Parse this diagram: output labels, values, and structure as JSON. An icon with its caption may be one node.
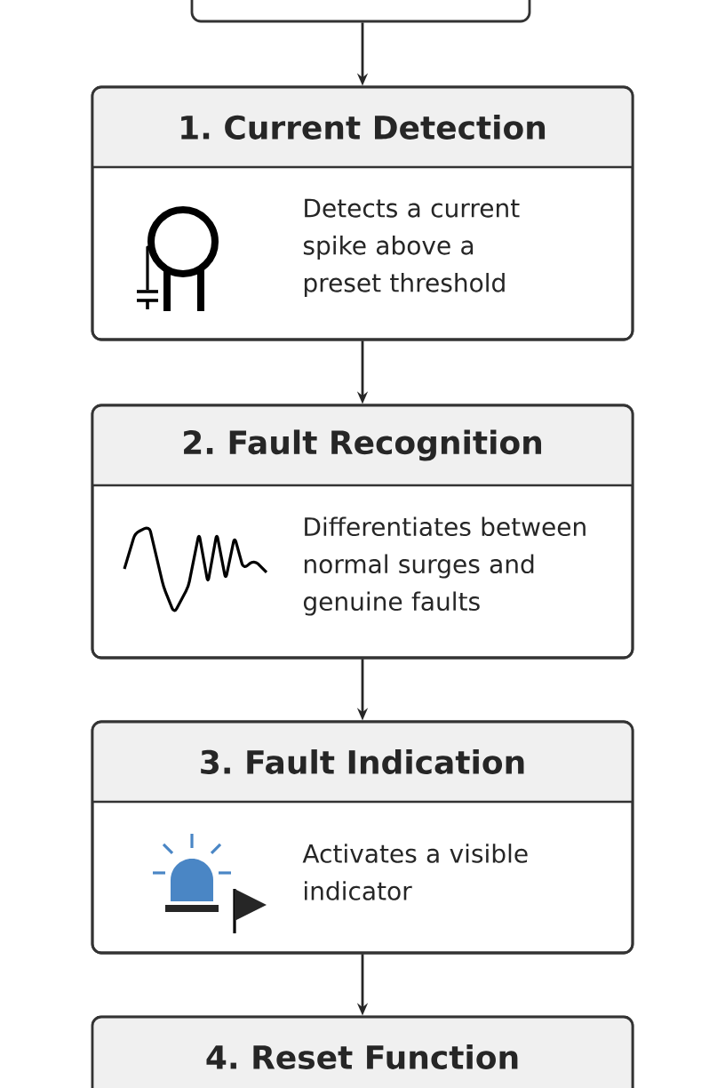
{
  "diagram": {
    "nodes": [
      {
        "text": [],
        "shape": "box"
      },
      {
        "text": [
          "1. Current Detection",
          "Detects a current spike above a preset threshold"
        ]
      },
      {
        "text": [
          "2. Fault Recognition",
          "Differentiates between normal surges and genuine faults"
        ]
      },
      {
        "text": [
          "3. Fault Indication",
          "Activates a visible indicator"
        ]
      },
      {
        "text": [
          "4. Reset Function"
        ]
      }
    ],
    "edges": [
      {
        "from": 0,
        "to": 1,
        "arrow": "to"
      },
      {
        "from": 1,
        "to": 2,
        "arrow": "to"
      },
      {
        "from": 2,
        "to": 3,
        "arrow": "to"
      },
      {
        "from": 3,
        "to": 4,
        "arrow": "to"
      }
    ]
  }
}
